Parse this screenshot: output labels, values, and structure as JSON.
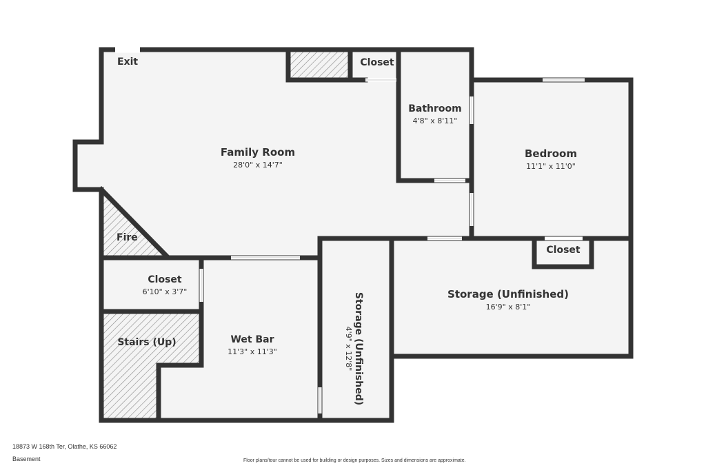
{
  "colors": {
    "wall": "#333333",
    "floor": "#f4f4f4",
    "text": "#333333"
  },
  "rooms": {
    "exit": {
      "name": "Exit"
    },
    "family_room": {
      "name": "Family Room",
      "size": "28'0\" x 14'7\""
    },
    "closet_top": {
      "name": "Closet"
    },
    "bathroom": {
      "name": "Bathroom",
      "size": "4'8\" x 8'11\""
    },
    "bedroom": {
      "name": "Bedroom",
      "size": "11'1\" x 11'0\""
    },
    "fire": {
      "name": "Fire"
    },
    "closet_left": {
      "name": "Closet",
      "size": "6'10\" x 3'7\""
    },
    "stairs": {
      "name": "Stairs (Up)"
    },
    "wet_bar": {
      "name": "Wet Bar",
      "size": "11'3\" x 11'3\""
    },
    "storage_narrow": {
      "name": "Storage (Unfinished)",
      "size": "4'9\" x 12'8\""
    },
    "closet_bedroom": {
      "name": "Closet"
    },
    "storage_large": {
      "name": "Storage (Unfinished)",
      "size": "16'9\" x 8'1\""
    }
  },
  "footer": {
    "address": "18873 W 168th Ter, Olathe, KS 66062",
    "level": "Basement",
    "disclaimer": "Floor plans/tour cannot be used for building or design purposes. Sizes and dimensions are approximate."
  }
}
